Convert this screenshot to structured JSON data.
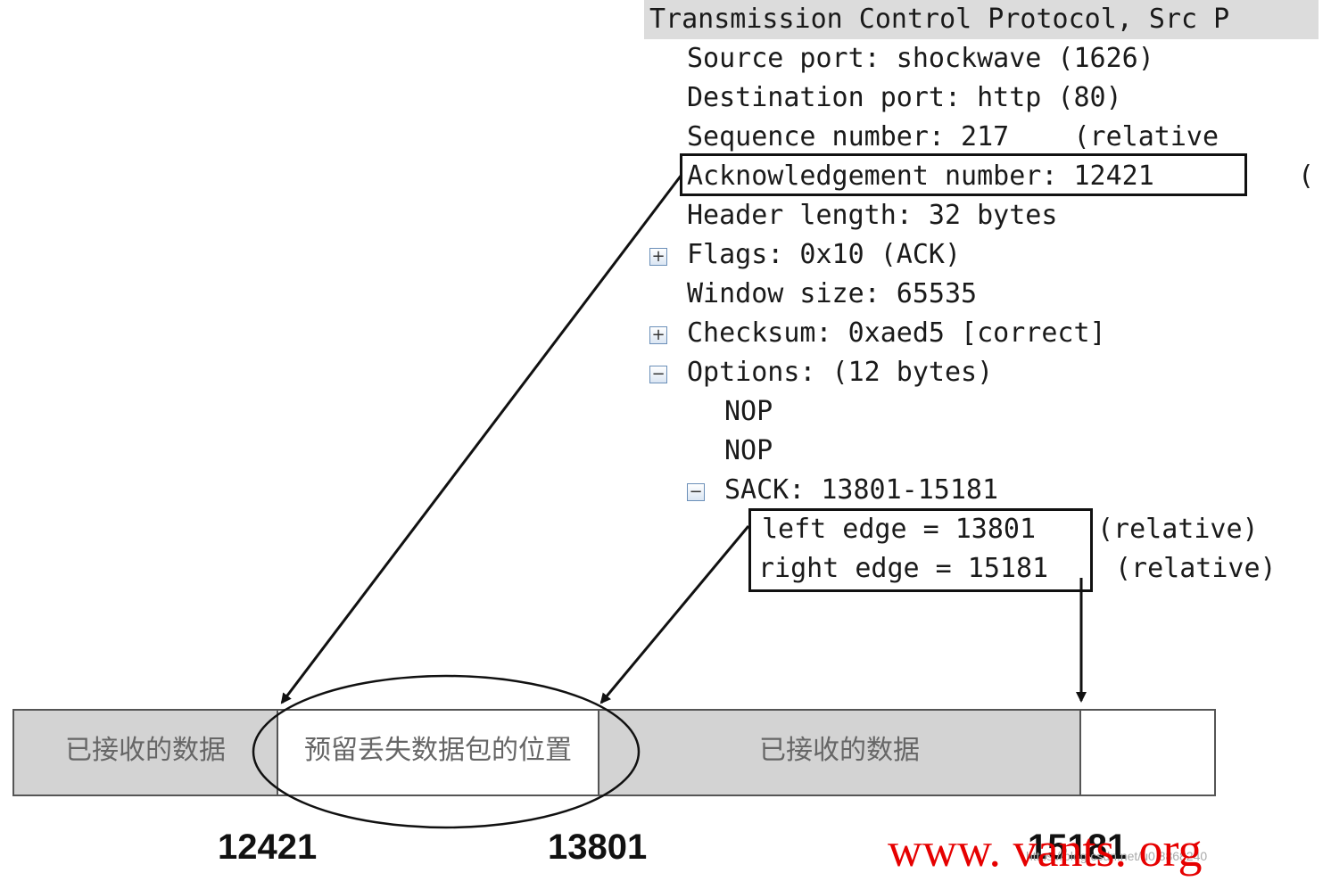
{
  "tcp_tree": {
    "title": "Transmission Control Protocol, Src P",
    "source_port": "Source port: shockwave (1626)",
    "destination_port": "Destination port: http (80)",
    "sequence_number": "Sequence number: 217    (relative",
    "acknowledgement_number": "Acknowledgement number: 12421",
    "ack_trailing": "(",
    "header_length": "Header length: 32 bytes",
    "flags": "Flags: 0x10 (ACK)",
    "window_size": "Window size: 65535",
    "checksum": "Checksum: 0xaed5 [correct]",
    "options": "Options: (12 bytes)",
    "nop1": "NOP",
    "nop2": "NOP",
    "sack": "SACK: 13801-15181",
    "left_edge": "left edge = 13801",
    "left_edge_suffix": "(relative)",
    "right_edge": "right edge = 15181",
    "right_edge_suffix": "(relative)",
    "expander_plus": "+",
    "expander_minus": "−"
  },
  "buffer_bar": {
    "segments": [
      {
        "label": "已接收的数据",
        "fill": "#d3d3d3"
      },
      {
        "label": "预留丢失数据包的位置",
        "fill": "#ffffff"
      },
      {
        "label": "已接收的数据",
        "fill": "#d3d3d3"
      },
      {
        "label": "",
        "fill": "#ffffff"
      }
    ],
    "positions": [
      "12421",
      "13801",
      "15181"
    ]
  },
  "watermark": {
    "text": "www. vants. org",
    "url": "https://blog.csdn.net/u0 8868240"
  },
  "colors": {
    "line": "#111111",
    "received_fill": "#d3d3d3",
    "watermark": "#e60000",
    "title_bg": "#dcdcdc"
  }
}
